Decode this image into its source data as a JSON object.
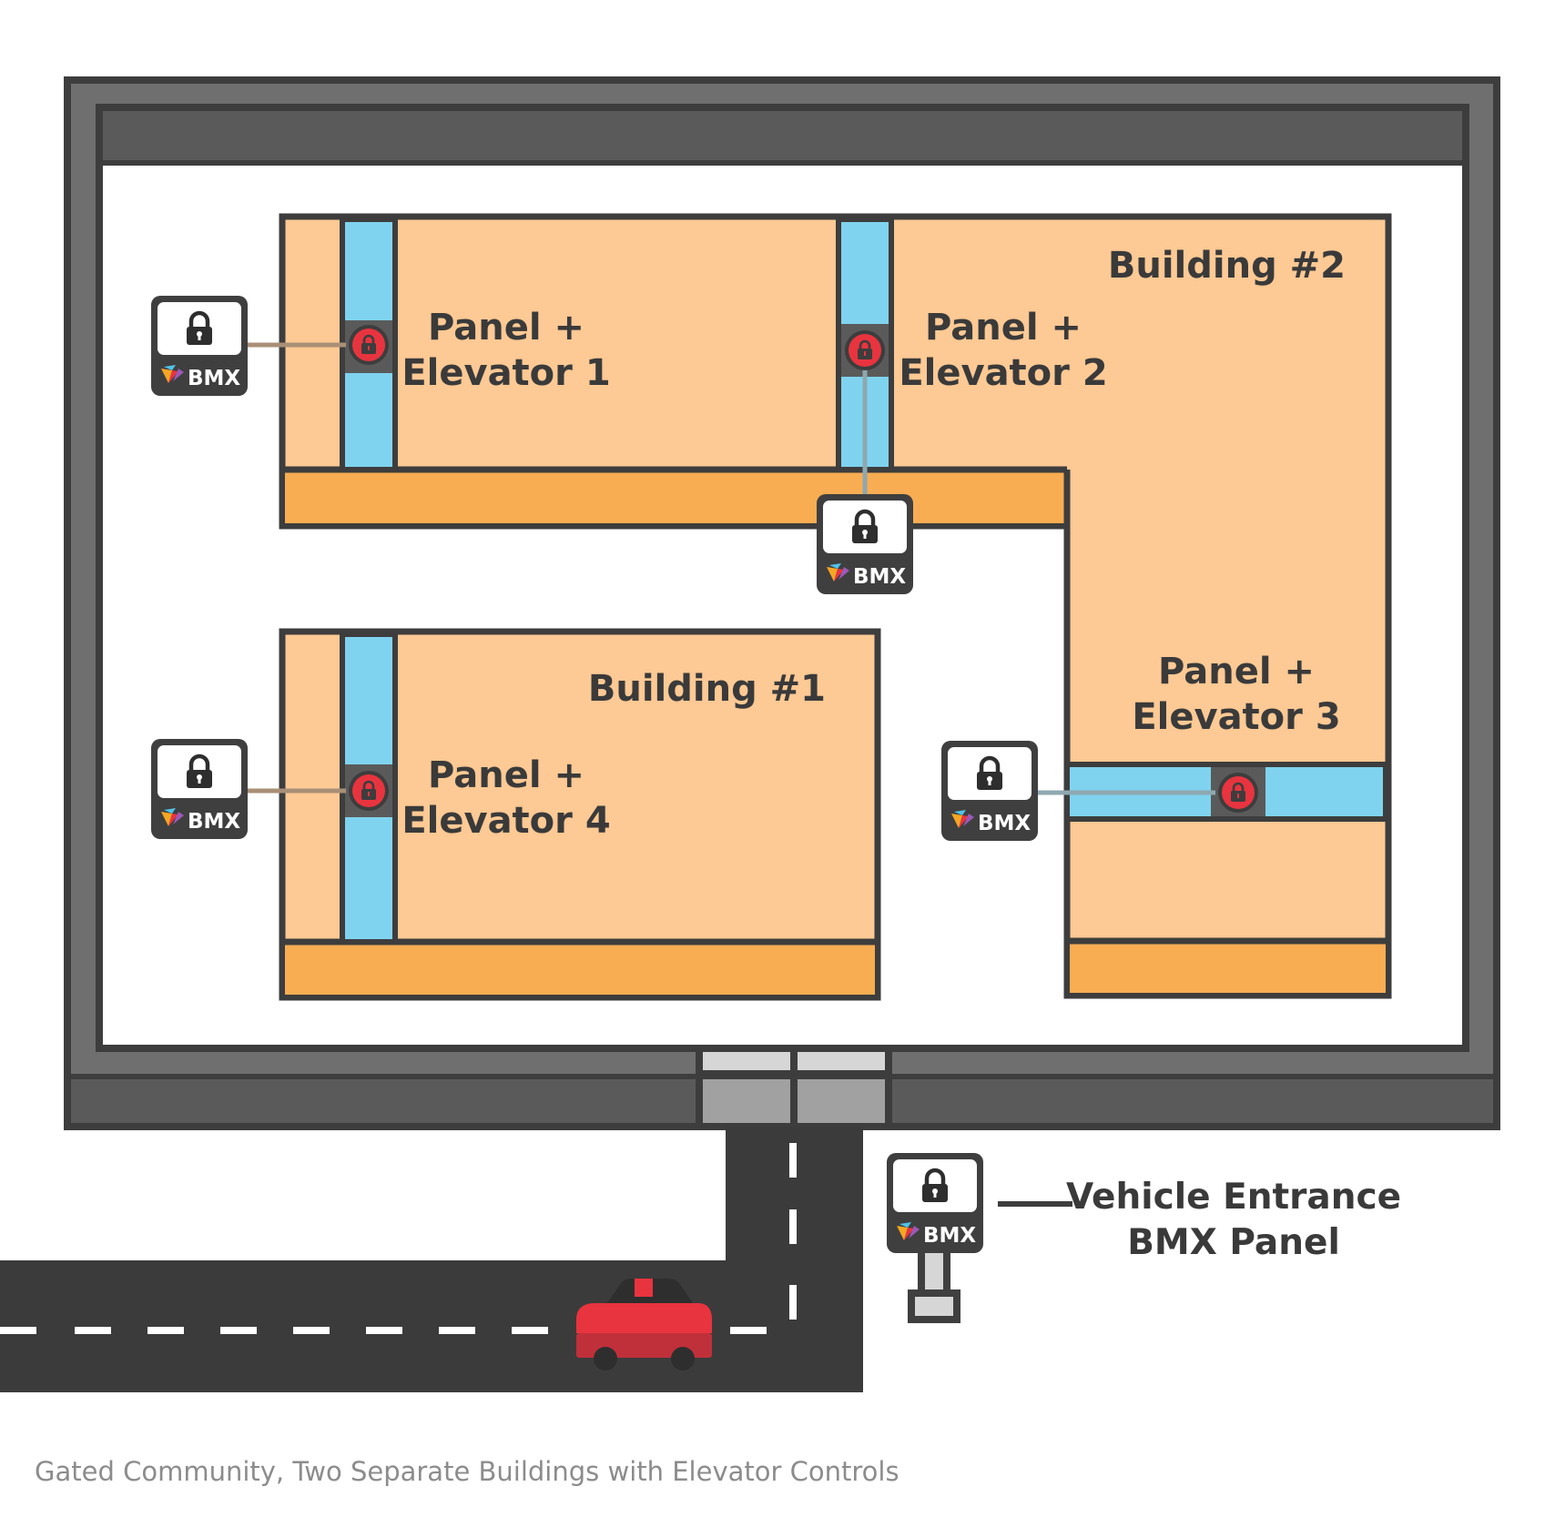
{
  "buildings": [
    {
      "title": "Building #1"
    },
    {
      "title": "Building #2"
    }
  ],
  "elevators": [
    {
      "line1": "Panel +",
      "line2": "Elevator 1"
    },
    {
      "line1": "Panel +",
      "line2": "Elevator 2"
    },
    {
      "line1": "Panel +",
      "line2": "Elevator 3"
    },
    {
      "line1": "Panel +",
      "line2": "Elevator 4"
    }
  ],
  "panel_brand": "BMX",
  "vehicle_entrance": {
    "line1": "Vehicle Entrance",
    "line2": "BMX Panel"
  },
  "caption": "Gated Community, Two Separate Buildings with Elevator Controls",
  "colors": {
    "outer_wall": "#6f6f6f",
    "wall_dark": "#3d3d3d",
    "wall_band": "#5a5a5a",
    "building_fill": "#fdc994",
    "building_base": "#f8ad52",
    "elevator_shaft": "#7fd3ef",
    "lock_red": "#e8343f",
    "road": "#3b3b3b",
    "car_red": "#e8343f",
    "panel_body": "#3f3f3f"
  },
  "icons": [
    "lock-icon",
    "bmx-logo-icon",
    "car-icon",
    "padlock-red-icon"
  ]
}
